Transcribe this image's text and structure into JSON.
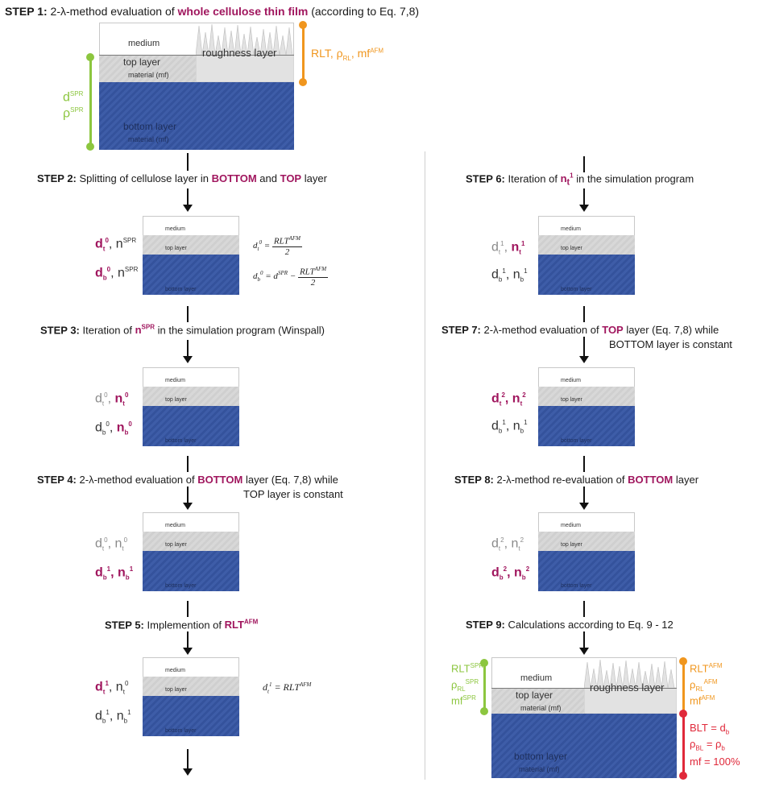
{
  "steps": {
    "s1": {
      "prefix": "STEP 1:",
      "text": "2-λ-method evaluation of",
      "hl": "whole cellulose thin film",
      "suffix": "(according to Eq. 7,8)"
    },
    "s2": {
      "prefix": "STEP 2:",
      "text": "Splitting of cellulose layer in",
      "hl1": "BOTTOM",
      "and": "and",
      "hl2": "TOP",
      "suffix": "layer"
    },
    "s3": {
      "prefix": "STEP 3:",
      "text": "Iteration of",
      "hl": "n",
      "hlsup": "SPR",
      "suffix": "in the simulation program (Winspall)"
    },
    "s4": {
      "prefix": "STEP 4:",
      "text": "2-λ-method evaluation of",
      "hl": "BOTTOM",
      "suffix": "layer (Eq. 7,8) while",
      "line2": "TOP layer is constant"
    },
    "s5": {
      "prefix": "STEP 5:",
      "text": "Implemention of",
      "hl": "RLT",
      "hlsup": "AFM"
    },
    "s6": {
      "prefix": "STEP 6:",
      "text": "Iteration of",
      "hl": "n",
      "hlsub": "t",
      "hlsup": "1",
      "suffix": "in the simulation program"
    },
    "s7": {
      "prefix": "STEP 7:",
      "text": "2-λ-method evaluation of",
      "hl": "TOP",
      "suffix": "layer (Eq. 7,8) while",
      "line2": "BOTTOM layer is constant"
    },
    "s8": {
      "prefix": "STEP 8:",
      "text": "2-λ-method re-evaluation of",
      "hl": "BOTTOM",
      "suffix": "layer"
    },
    "s9": {
      "prefix": "STEP 9:",
      "text": "Calculations according to Eq. 9 - 12"
    }
  },
  "layers": {
    "medium": "medium",
    "top": "top layer",
    "bottom": "bottom layer",
    "material": "material (mf)",
    "roughness": "roughness layer"
  },
  "annot": {
    "rlt_group": "RLT, ρ",
    "rl_sub": "RL",
    "mf": ", mf",
    "afm": "AFM",
    "d": "d",
    "rho": "ρ",
    "spr": "SPR",
    "n": "n",
    "t": "t",
    "b": "b",
    "zero": "0",
    "one": "1",
    "two": "2",
    "rlt": "RLT",
    "mfw": "mf",
    "bl": "BL",
    "rl": "RL",
    "blt_eq": "BLT = d",
    "rho_eq": " = ρ",
    "mf_eq": "mf = 100%"
  },
  "colors": {
    "highlight": "#a0165e",
    "orange": "#f0961e",
    "green": "#8cc63f",
    "red": "#e0293a",
    "bottom_layer": "#3e5da8",
    "top_layer": "#d4d4d4"
  }
}
